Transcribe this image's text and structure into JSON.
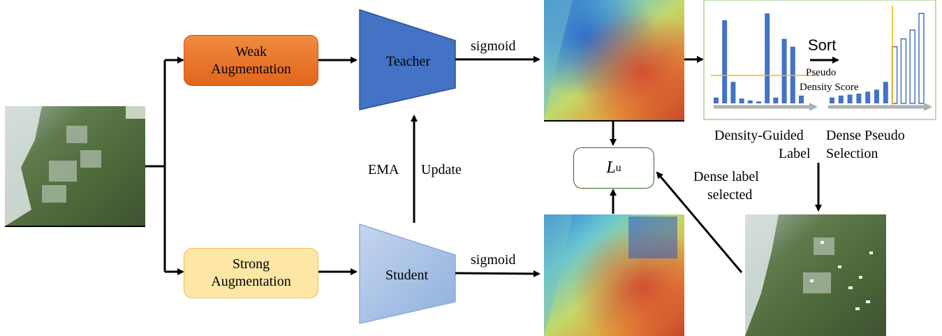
{
  "input": {
    "name": "input-aerial-image"
  },
  "weak_aug": {
    "label_line1": "Weak",
    "label_line2": "Augmentation"
  },
  "strong_aug": {
    "label_line1": "Strong",
    "label_line2": "Augmentation"
  },
  "teacher": {
    "label": "Teacher"
  },
  "student": {
    "label": "Student"
  },
  "ema": {
    "left": "EMA",
    "right": "Update"
  },
  "sigmoid_top": "sigmoid",
  "sigmoid_bottom": "sigmoid",
  "loss": {
    "symbol": "L",
    "subscript": "u"
  },
  "selection_panel": {
    "sort_label": "Sort",
    "pseudo_label": "Pseudo",
    "density_score_label": "Density Score",
    "left_bars": [
      0.06,
      0.85,
      0.22,
      0.05,
      0.03,
      0.02,
      0.92,
      0.06,
      0.66,
      0.58,
      0.08
    ],
    "right_bars": [
      0.06,
      0.08,
      0.09,
      0.1,
      0.12,
      0.14,
      0.22,
      0.58,
      0.66,
      0.75,
      0.92
    ],
    "threshold": 0.27
  },
  "caption_left_line1": "Density-Guided",
  "caption_left_line2": "Label",
  "caption_right_line1": "Dense Pseudo",
  "caption_right_line2": "Selection",
  "dense_label_line1": "Dense label",
  "dense_label_line2": "selected",
  "colors": {
    "bar_blue": "#4472c4",
    "threshold_yellow": "#f5b800",
    "panel_border": "#a9d18e",
    "trapezoid_dark": "#4472c4",
    "trapezoid_light": "#a9c3e6"
  }
}
